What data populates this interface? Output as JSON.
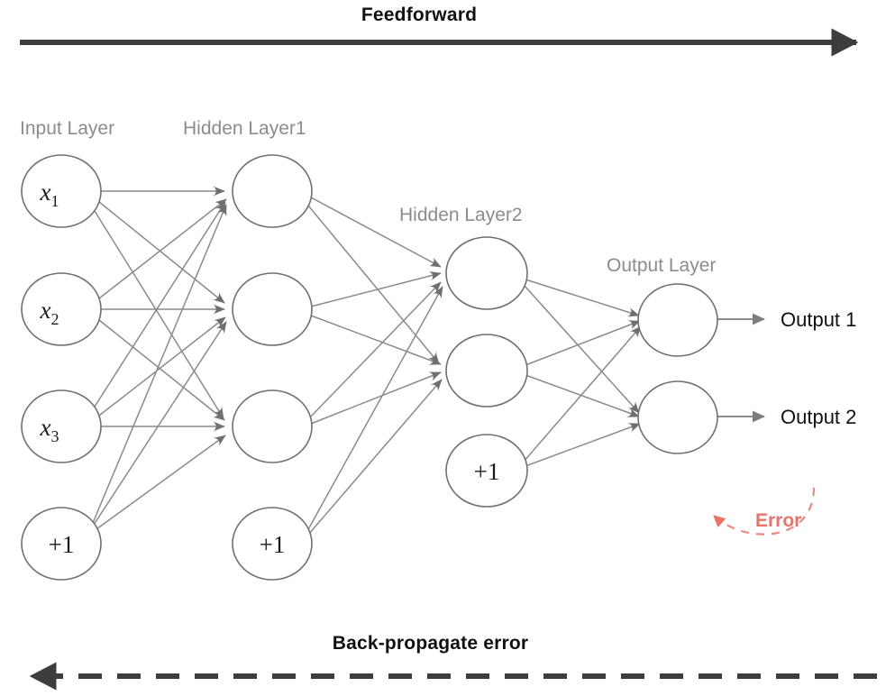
{
  "banner": {
    "top_title": "Feedforward",
    "bottom_title": "Back-propagate error"
  },
  "labels": {
    "input_layer": "Input Layer",
    "hidden_layer_1": "Hidden Layer1",
    "hidden_layer_2": "Hidden Layer2",
    "output_layer": "Output Layer"
  },
  "nodes": {
    "input": [
      {
        "symbol": "x",
        "subscript": "1"
      },
      {
        "symbol": "x",
        "subscript": "2"
      },
      {
        "symbol": "x",
        "subscript": "3"
      },
      {
        "symbol": "+1",
        "subscript": ""
      }
    ],
    "hidden1": [
      {
        "symbol": "",
        "subscript": ""
      },
      {
        "symbol": "",
        "subscript": ""
      },
      {
        "symbol": "",
        "subscript": ""
      },
      {
        "symbol": "+1",
        "subscript": ""
      }
    ],
    "hidden2": [
      {
        "symbol": "",
        "subscript": ""
      },
      {
        "symbol": "",
        "subscript": ""
      },
      {
        "symbol": "+1",
        "subscript": ""
      }
    ],
    "output": [
      {
        "symbol": "",
        "subscript": ""
      },
      {
        "symbol": "",
        "subscript": ""
      }
    ]
  },
  "outputs": [
    {
      "label": "Output 1"
    },
    {
      "label": "Output 2"
    }
  ],
  "annotation": {
    "error_label": "Error"
  },
  "colors": {
    "node_stroke": "#6f6f6f",
    "edge": "#8a8a8a",
    "label_gray": "#8c8c8c",
    "error_red": "#e8736a",
    "banner_dark": "#3d3d3d",
    "text_black": "#111111",
    "background": "#ffffff"
  }
}
